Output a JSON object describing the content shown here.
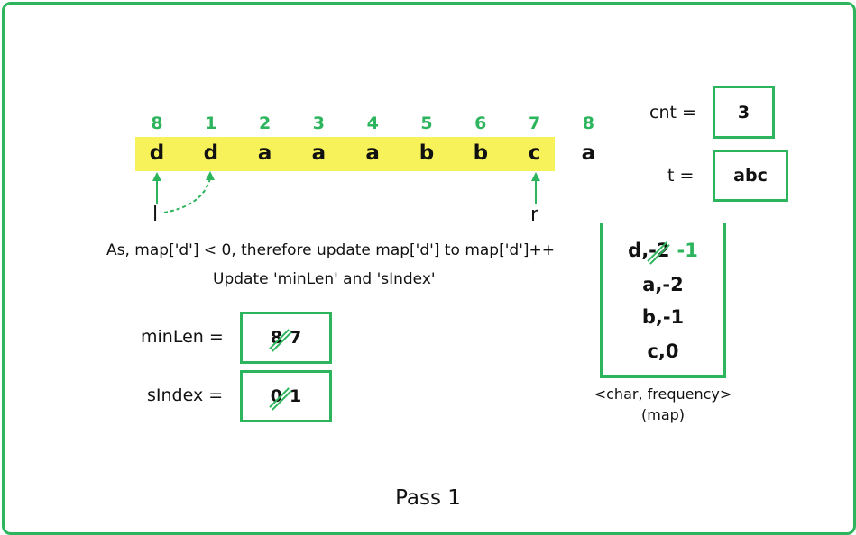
{
  "indices": [
    "8",
    "1",
    "2",
    "3",
    "4",
    "5",
    "6",
    "7",
    "8"
  ],
  "chars": [
    "d",
    "d",
    "a",
    "a",
    "a",
    "b",
    "b",
    "c",
    "a"
  ],
  "pointers": {
    "l": "l",
    "r": "r"
  },
  "message_line1": "As, map['d'] < 0, therefore update map['d'] to map['d']++",
  "message_line2": "Update 'minLen' and 'sIndex'",
  "minLen": {
    "label": "minLen =",
    "old": "8",
    "new": "7"
  },
  "sIndex": {
    "label": "sIndex =",
    "old": "0",
    "new": "1"
  },
  "cnt": {
    "label": "cnt =",
    "value": "3"
  },
  "t": {
    "label": "t =",
    "value": "abc"
  },
  "map": {
    "row_d": {
      "key": "d,",
      "old": "-2",
      "new": "-1"
    },
    "rows": [
      "a,-2",
      "b,-1",
      "c,0"
    ],
    "caption_line1": "<char, frequency>",
    "caption_line2": "(map)"
  },
  "pass_title": "Pass 1",
  "colors": {
    "accent": "#2db55d",
    "highlight": "#f7f25a"
  }
}
